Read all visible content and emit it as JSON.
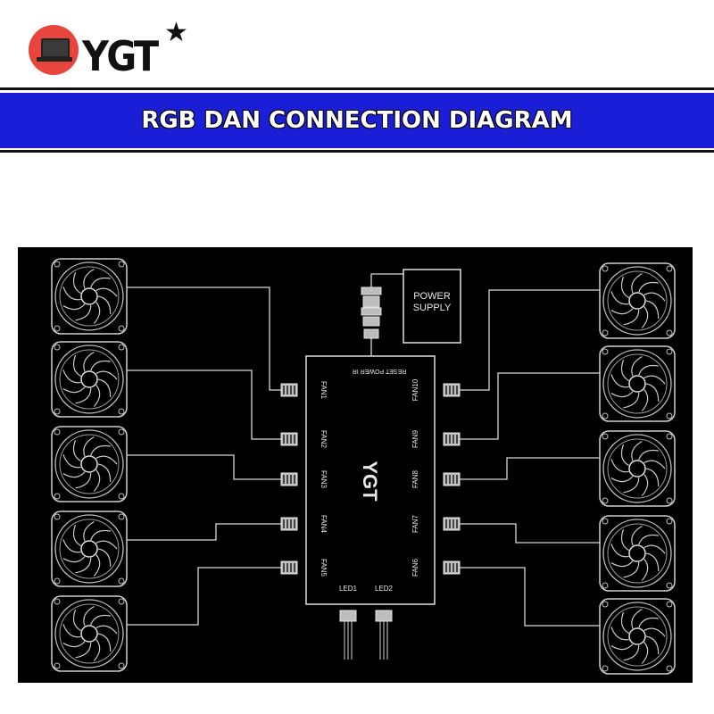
{
  "brand": {
    "logo_text": "YGT",
    "star": "★",
    "logo_icon": "laptop-icon",
    "accent": "#e8453c"
  },
  "banner": {
    "title": "RGB DAN CONNECTION DIAGRAM",
    "color": "#1a1ed6"
  },
  "diagram": {
    "power_supply_lines": [
      "POWER",
      "SUPPLY"
    ],
    "hub_top_label": "RESET POWER  IR",
    "hub_logo": "YGT",
    "left_ports": [
      "FAN1",
      "FAN2",
      "FAN3",
      "FAN4",
      "FAN5"
    ],
    "right_ports": [
      "FAN10",
      "FAN9",
      "FAN8",
      "FAN7",
      "FAN6"
    ],
    "led_ports": [
      "LED1",
      "LED2"
    ]
  }
}
